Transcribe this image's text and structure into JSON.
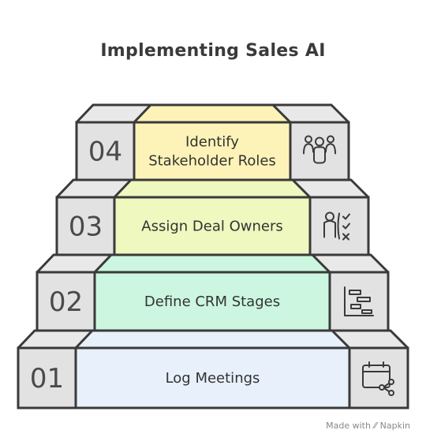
{
  "title": "Implementing Sales AI",
  "steps": [
    {
      "number": "04",
      "label_lines": [
        "Identify",
        "Stakeholder Roles"
      ],
      "icon": "team-icon",
      "color": "#fdf3b8"
    },
    {
      "number": "03",
      "label_lines": [
        "Assign Deal Owners"
      ],
      "icon": "checklist-person-icon",
      "color": "#eef8bf"
    },
    {
      "number": "02",
      "label_lines": [
        "Define CRM Stages"
      ],
      "icon": "gantt-chart-icon",
      "color": "#ccf6df"
    },
    {
      "number": "01",
      "label_lines": [
        "Log Meetings"
      ],
      "icon": "calendar-share-icon",
      "color": "#e8f0fb"
    }
  ],
  "watermark": {
    "prefix": "Made with",
    "brand": "Napkin"
  }
}
